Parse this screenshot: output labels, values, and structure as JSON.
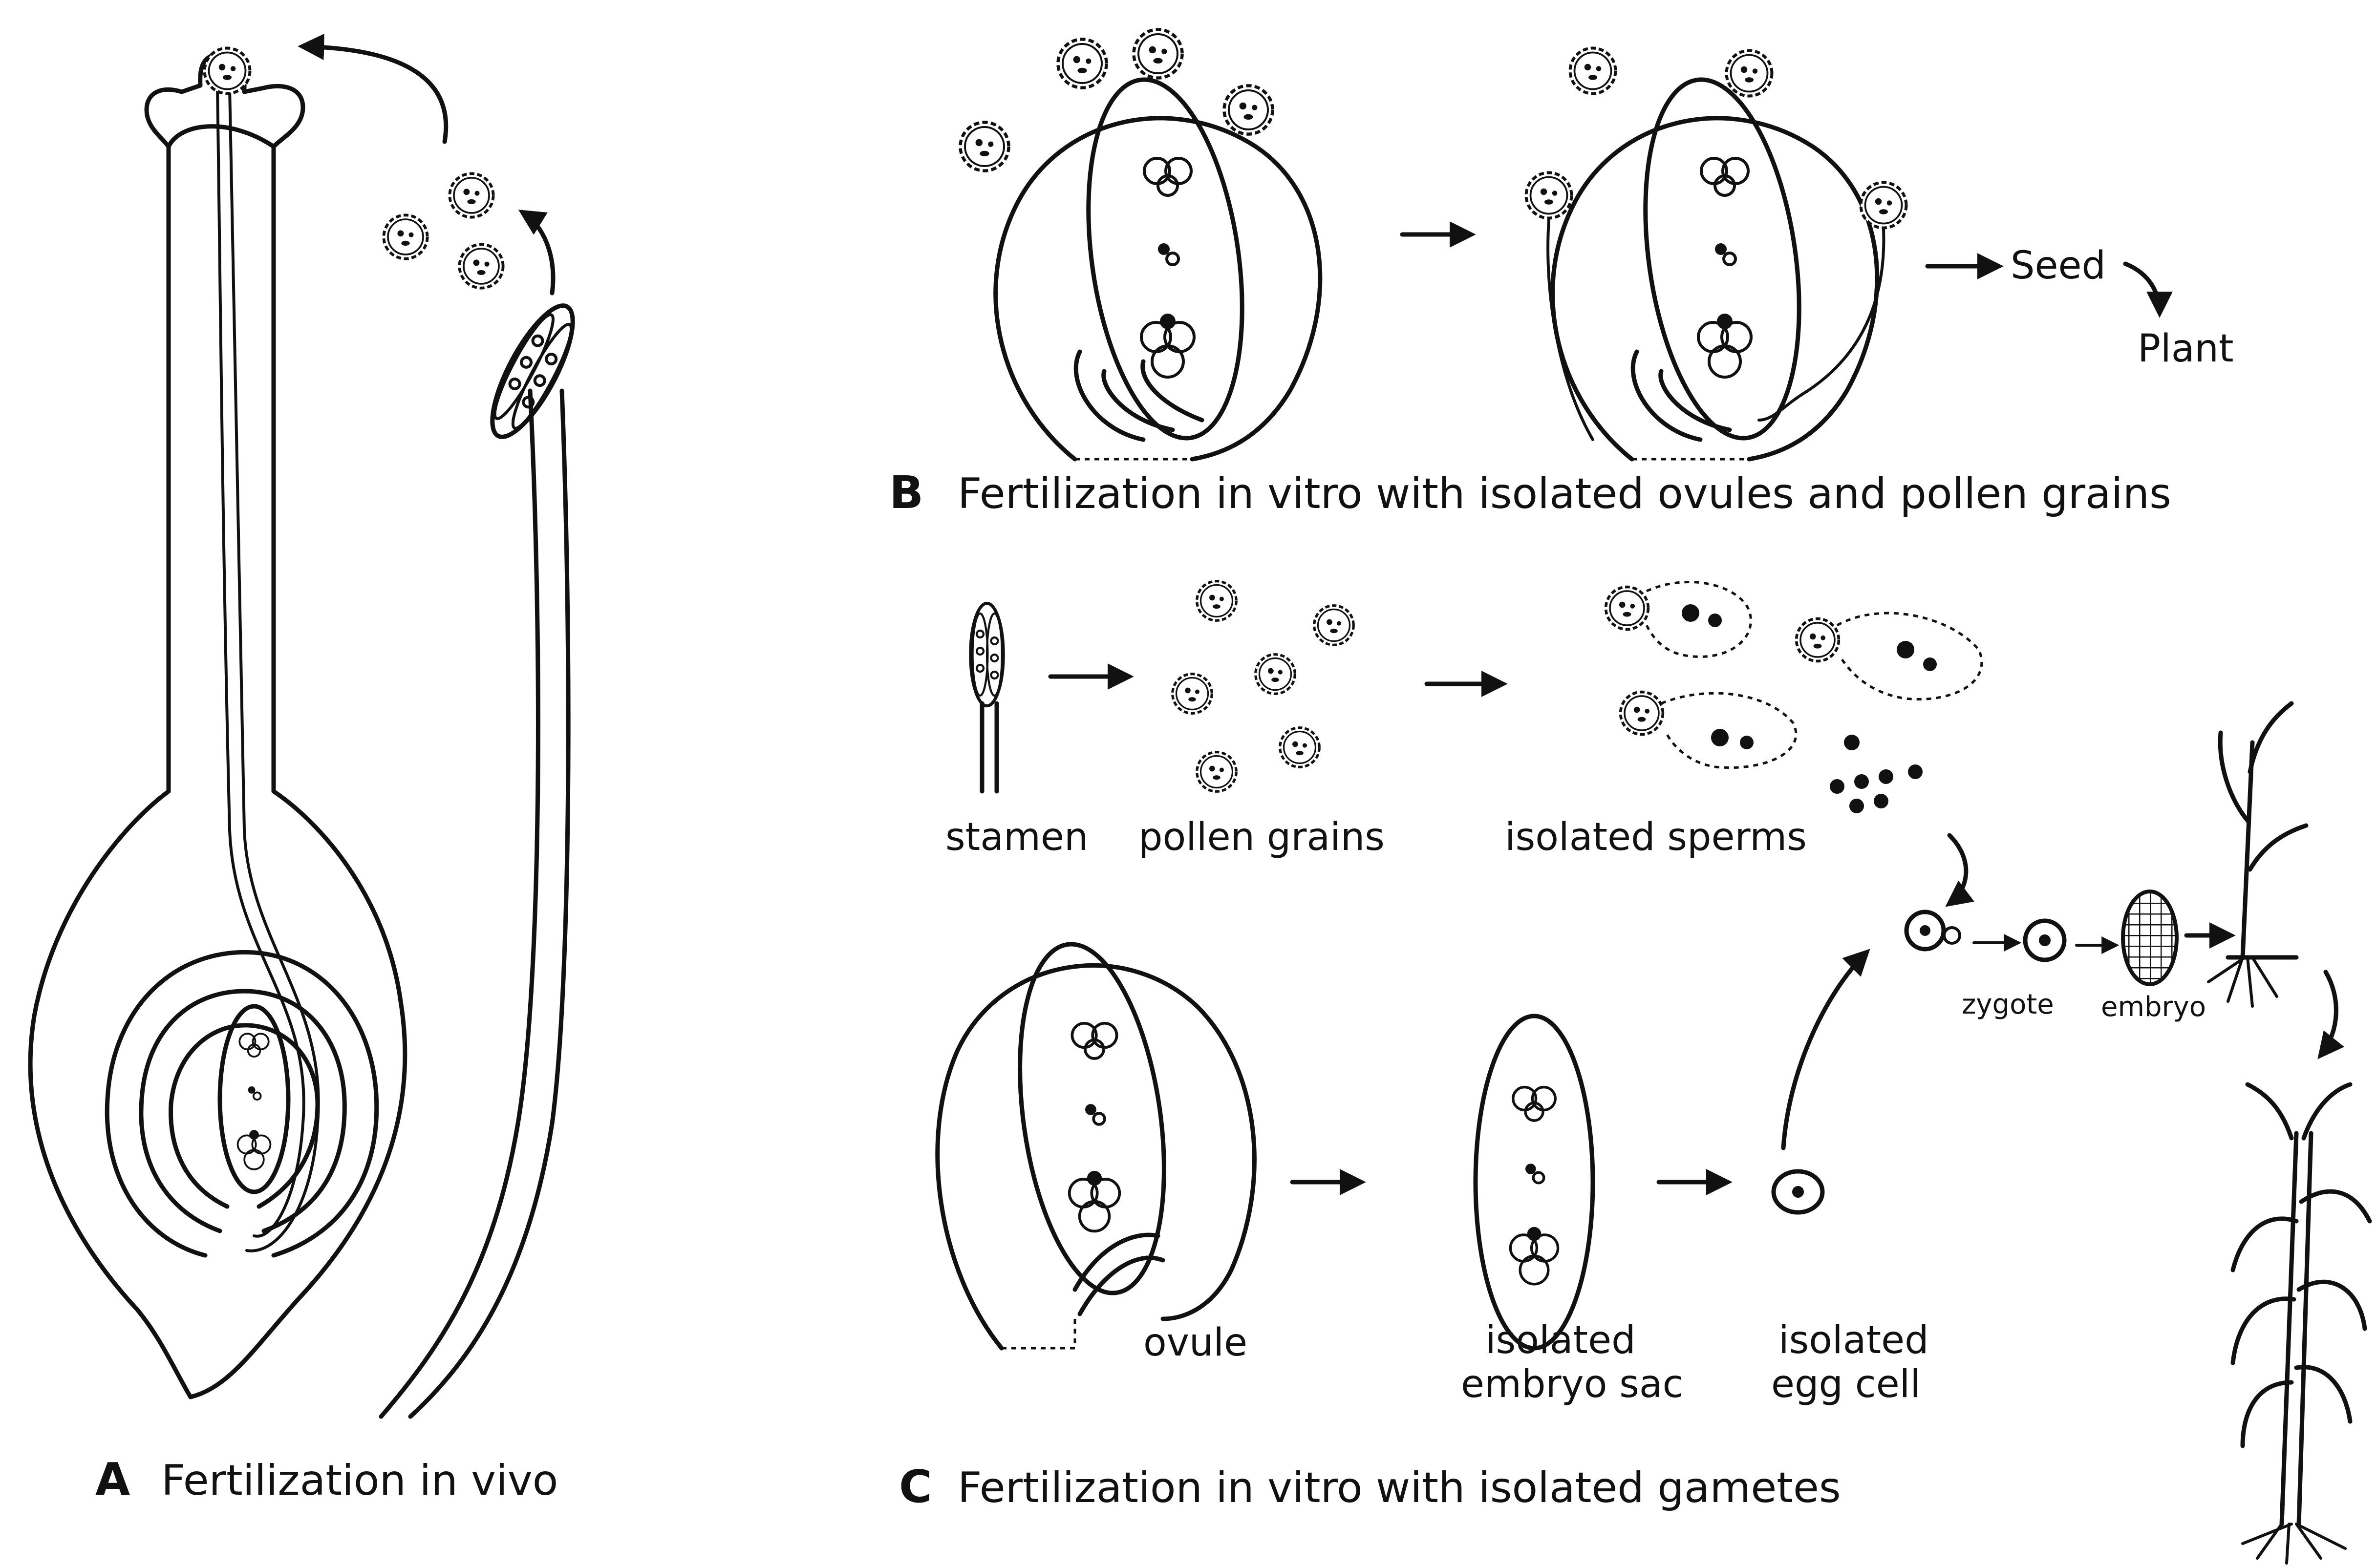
{
  "panel_a": {
    "letter": "A",
    "caption": "Fertilization in vivo"
  },
  "panel_b": {
    "letter": "B",
    "caption": "Fertilization in vitro with isolated ovules and pollen grains",
    "seed_label": "Seed",
    "plant_label": "Plant"
  },
  "panel_c": {
    "letter": "C",
    "caption": "Fertilization in vitro with isolated gametes",
    "stamen_label": "stamen",
    "pollen_label": "pollen grains",
    "sperms_label": "isolated sperms",
    "ovule_label": "ovule",
    "embryo_sac_label": [
      "isolated",
      "embryo sac"
    ],
    "egg_cell_label": [
      "isolated",
      "egg cell"
    ],
    "zygote_label": "zygote",
    "embryo_label": "embryo"
  }
}
